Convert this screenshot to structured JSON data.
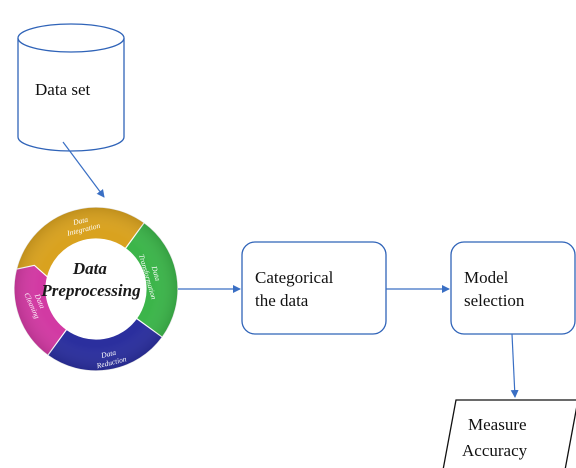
{
  "nodes": {
    "dataset": {
      "label": "Data set"
    },
    "preprocessing": {
      "title_line1": "Data",
      "title_line2": "Preprocessing",
      "segments": [
        {
          "line1": "Data",
          "line2": "Integration",
          "color": "#d9a21f"
        },
        {
          "line1": "Data",
          "line2": "Transformation",
          "color": "#3cb54a"
        },
        {
          "line1": "Data",
          "line2": "Reduction",
          "color": "#2b2f9e"
        },
        {
          "line1": "Data",
          "line2": "Cleaning",
          "color": "#d23aa3"
        }
      ]
    },
    "categorical": {
      "line1": "Categorical",
      "line2": "the data"
    },
    "model": {
      "line1": "Model",
      "line2": "selection"
    },
    "measure": {
      "line1": "Measure",
      "line2": "Accuracy"
    }
  },
  "colors": {
    "arrow": "#3a6fc4",
    "outline": "#2f63b8"
  }
}
